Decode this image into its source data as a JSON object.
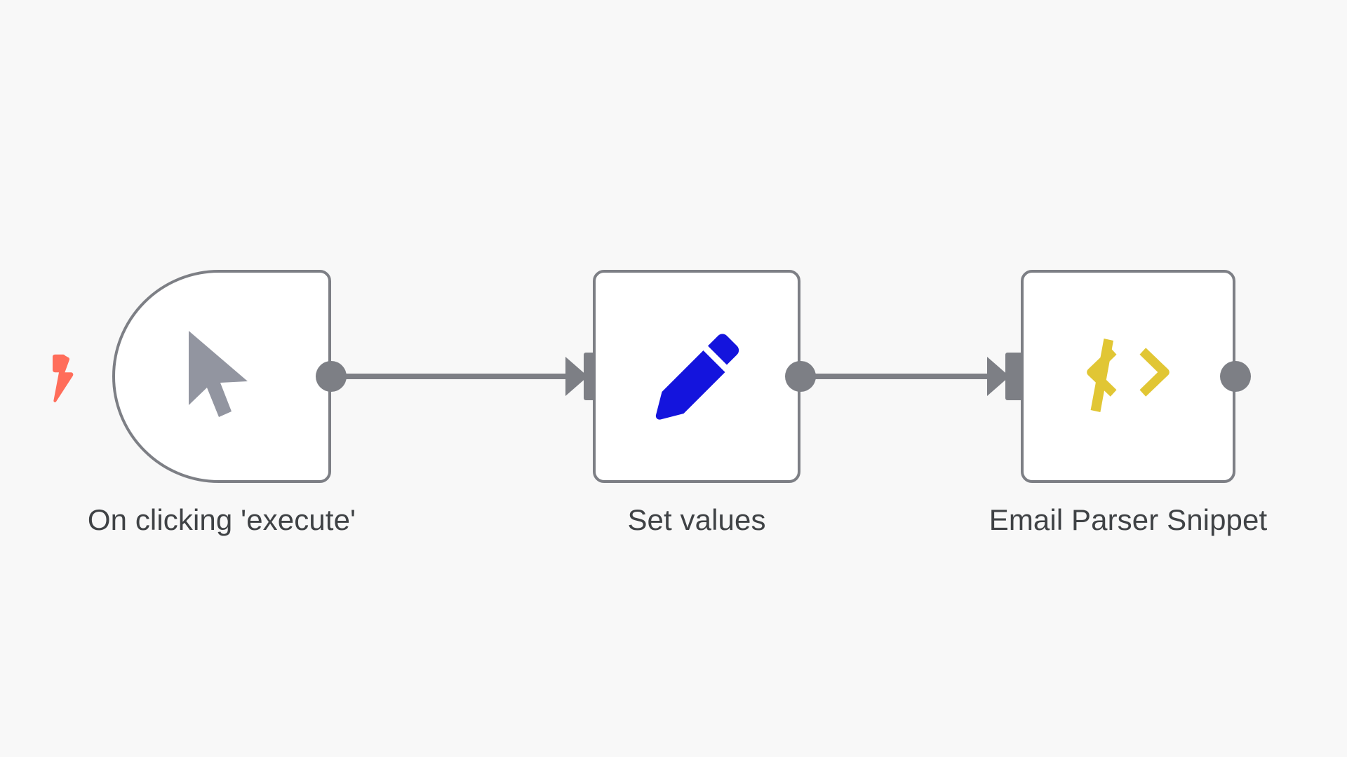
{
  "canvas": {
    "background_color": "#f8f8f8",
    "app": "workflow-editor-canvas"
  },
  "theme": {
    "node_border": "#7d7f85",
    "node_fill": "#ffffff",
    "port_color": "#7d7f85",
    "connector_color": "#7d7f85",
    "label_color": "#3f4245",
    "trigger_bolt_color": "#ff6d5a",
    "cursor_icon_color": "#9295a0",
    "pencil_icon_color": "#1414dd",
    "code_icon_color": "#e1c634"
  },
  "nodes": [
    {
      "id": "manual-trigger",
      "label": "On clicking 'execute'",
      "type": "trigger",
      "icon": "mouse-pointer-icon",
      "icon_color": "#9295a0",
      "has_input": false,
      "has_output": true,
      "badge": "lightning-bolt-icon"
    },
    {
      "id": "set-values",
      "label": "Set values",
      "type": "standard",
      "icon": "pencil-icon",
      "icon_color": "#1414dd",
      "has_input": true,
      "has_output": true
    },
    {
      "id": "email-parser-snippet",
      "label": "Email Parser Snippet",
      "type": "standard",
      "icon": "code-brackets-icon",
      "icon_color": "#e1c634",
      "has_input": true,
      "has_output": true
    }
  ],
  "connections": [
    {
      "id": "conn-1",
      "from": "manual-trigger",
      "to": "set-values"
    },
    {
      "id": "conn-2",
      "from": "set-values",
      "to": "email-parser-snippet"
    }
  ]
}
